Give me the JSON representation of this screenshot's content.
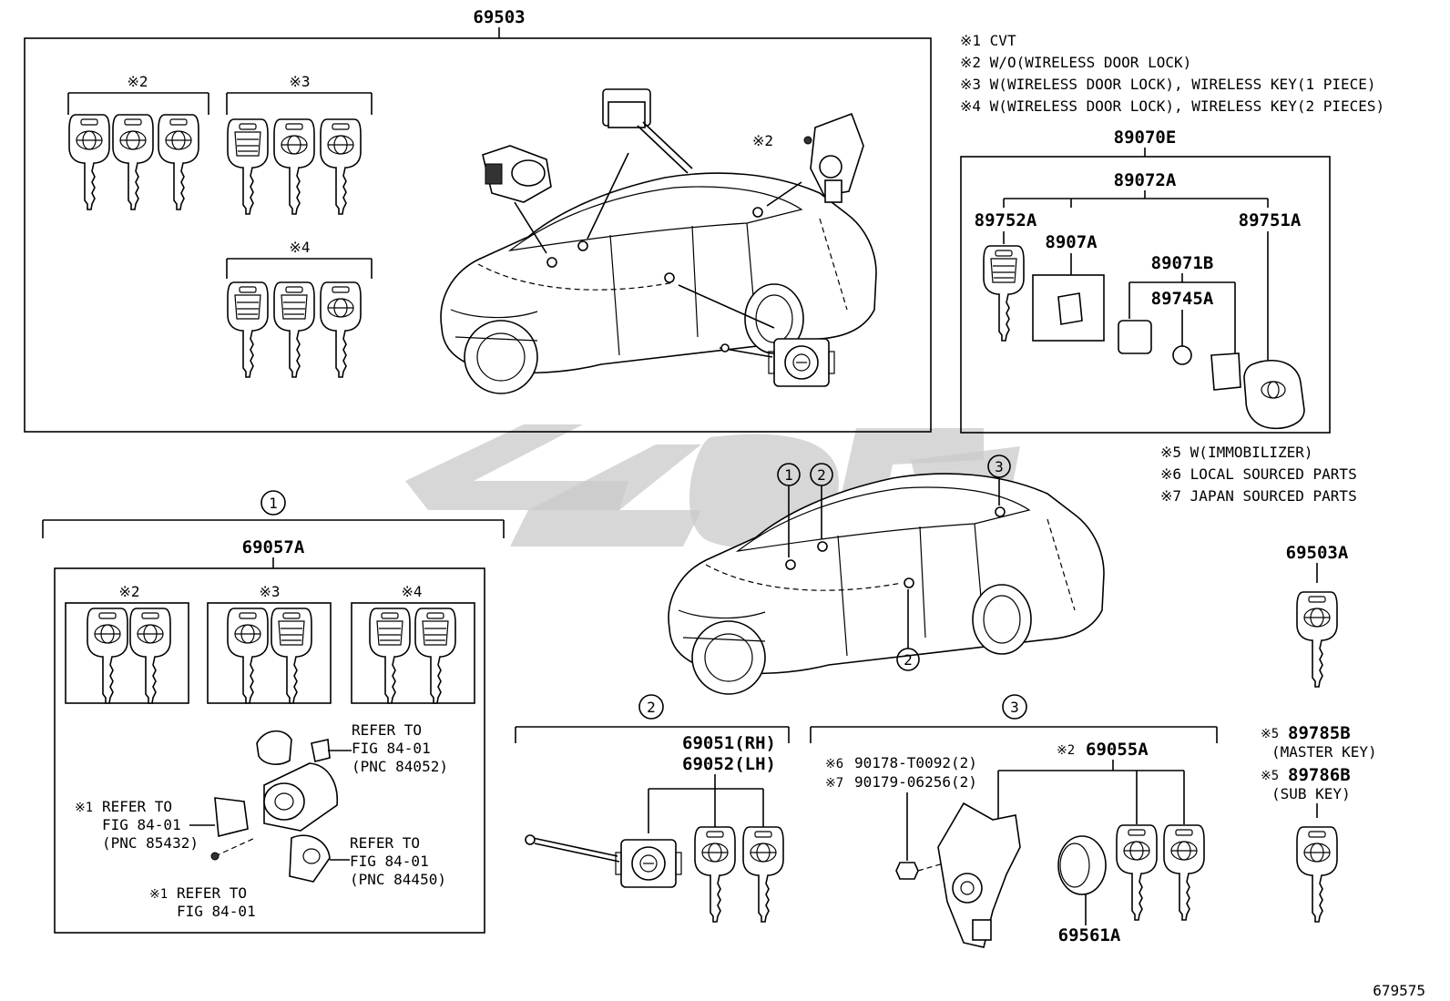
{
  "notes_top": [
    "※1 CVT",
    "※2 W/O(WIRELESS DOOR LOCK)",
    "※3 W(WIRELESS DOOR LOCK), WIRELESS KEY(1 PIECE)",
    "※4 W(WIRELESS DOOR LOCK), WIRELESS KEY(2 PIECES)"
  ],
  "notes_mid": [
    "※5 W(IMMOBILIZER)",
    "※6 LOCAL SOURCED PARTS",
    "※7 JAPAN SOURCED PARTS"
  ],
  "upper_set": {
    "part_no": "69503",
    "group_labels": [
      "※2",
      "※3",
      "※4"
    ],
    "callout_label": "※2"
  },
  "remote_set": {
    "part_no": "89070E",
    "sub_no": "89072A",
    "parts": [
      "89752A",
      "8907A",
      "89071B",
      "89745A",
      "89751A"
    ]
  },
  "center_car": {
    "callouts": [
      "1",
      "2",
      "3",
      "2"
    ]
  },
  "section1": {
    "circle": "1",
    "part_no": "69057A",
    "group_labels": [
      "※2",
      "※3",
      "※4"
    ],
    "refs": [
      {
        "lines": [
          "REFER TO",
          "FIG 84-01",
          "(PNC 84052)"
        ]
      },
      {
        "mark": "※1",
        "lines": [
          "REFER TO",
          "FIG 84-01",
          "(PNC 85432)"
        ]
      },
      {
        "lines": [
          "REFER TO",
          "FIG 84-01",
          "(PNC 84450)"
        ]
      },
      {
        "mark": "※1",
        "lines": [
          "REFER TO",
          "FIG 84-01"
        ]
      }
    ]
  },
  "section2": {
    "circle": "2",
    "part_rh": "69051(RH)",
    "part_lh": "69052(LH)"
  },
  "section3": {
    "circle": "3",
    "mark6": "※6",
    "part6": "90178-T0092(2)",
    "mark7": "※7",
    "part7": "90179-06256(2)",
    "mark2": "※2",
    "part_lock": "69055A",
    "part_cyl": "69561A"
  },
  "right_keys": {
    "key1": "69503A",
    "mark5a": "※5",
    "master_no": "89785B",
    "master_label": "(MASTER KEY)",
    "mark5b": "※5",
    "sub_no": "89786B",
    "sub_label": "(SUB KEY)"
  },
  "figure_id": "679575"
}
